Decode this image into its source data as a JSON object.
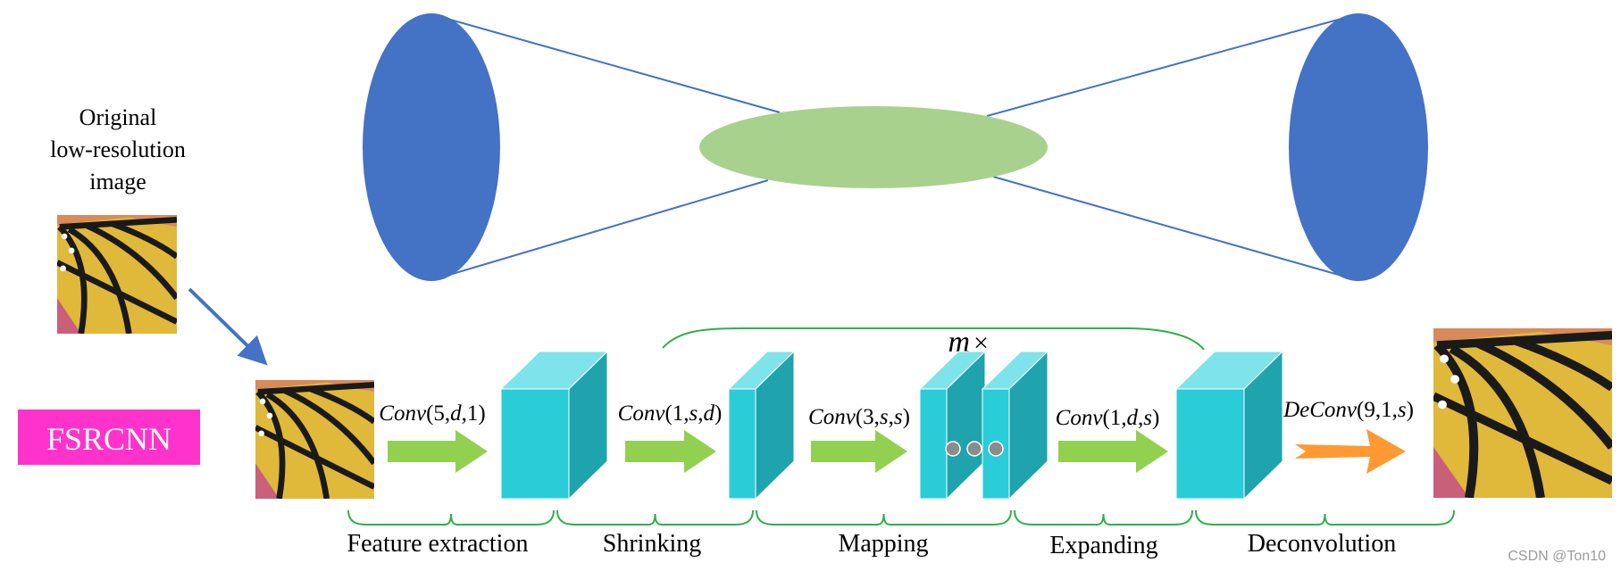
{
  "caption": {
    "lines": [
      "Original",
      "low-resolution",
      "image"
    ]
  },
  "model_badge": {
    "label": "FSRCNN",
    "color": "#FF33CC",
    "text_color": "#ffffff"
  },
  "repeat_label": {
    "prefix": "m",
    "suffix": "×"
  },
  "operations": [
    {
      "name": "Conv",
      "args": [
        "5",
        "d",
        "1"
      ],
      "arrow_color": "#92D050"
    },
    {
      "name": "Conv",
      "args": [
        "1",
        "s",
        "d"
      ],
      "arrow_color": "#92D050"
    },
    {
      "name": "Conv",
      "args": [
        "3",
        "s",
        "s"
      ],
      "arrow_color": "#92D050"
    },
    {
      "name": "Conv",
      "args": [
        "1",
        "d",
        "s"
      ],
      "arrow_color": "#92D050"
    },
    {
      "name": "DeConv",
      "args": [
        "9",
        "1",
        "s"
      ],
      "arrow_color": "#FF9933"
    }
  ],
  "stages": [
    "Feature extraction",
    "Shrinking",
    "Mapping",
    "Expanding",
    "Deconvolution"
  ],
  "watermark": "CSDN @Ton10",
  "colors": {
    "hourglass_blue": "#4472C4",
    "hourglass_green": "#A9D18E",
    "line_blue": "#4472C4",
    "cube_front": "#2ACCD8",
    "cube_top": "#7EE3EA",
    "cube_side": "#1FA3AD",
    "bracket_green": "#2EAF4A",
    "dot_gray": "#8C8C8C"
  }
}
